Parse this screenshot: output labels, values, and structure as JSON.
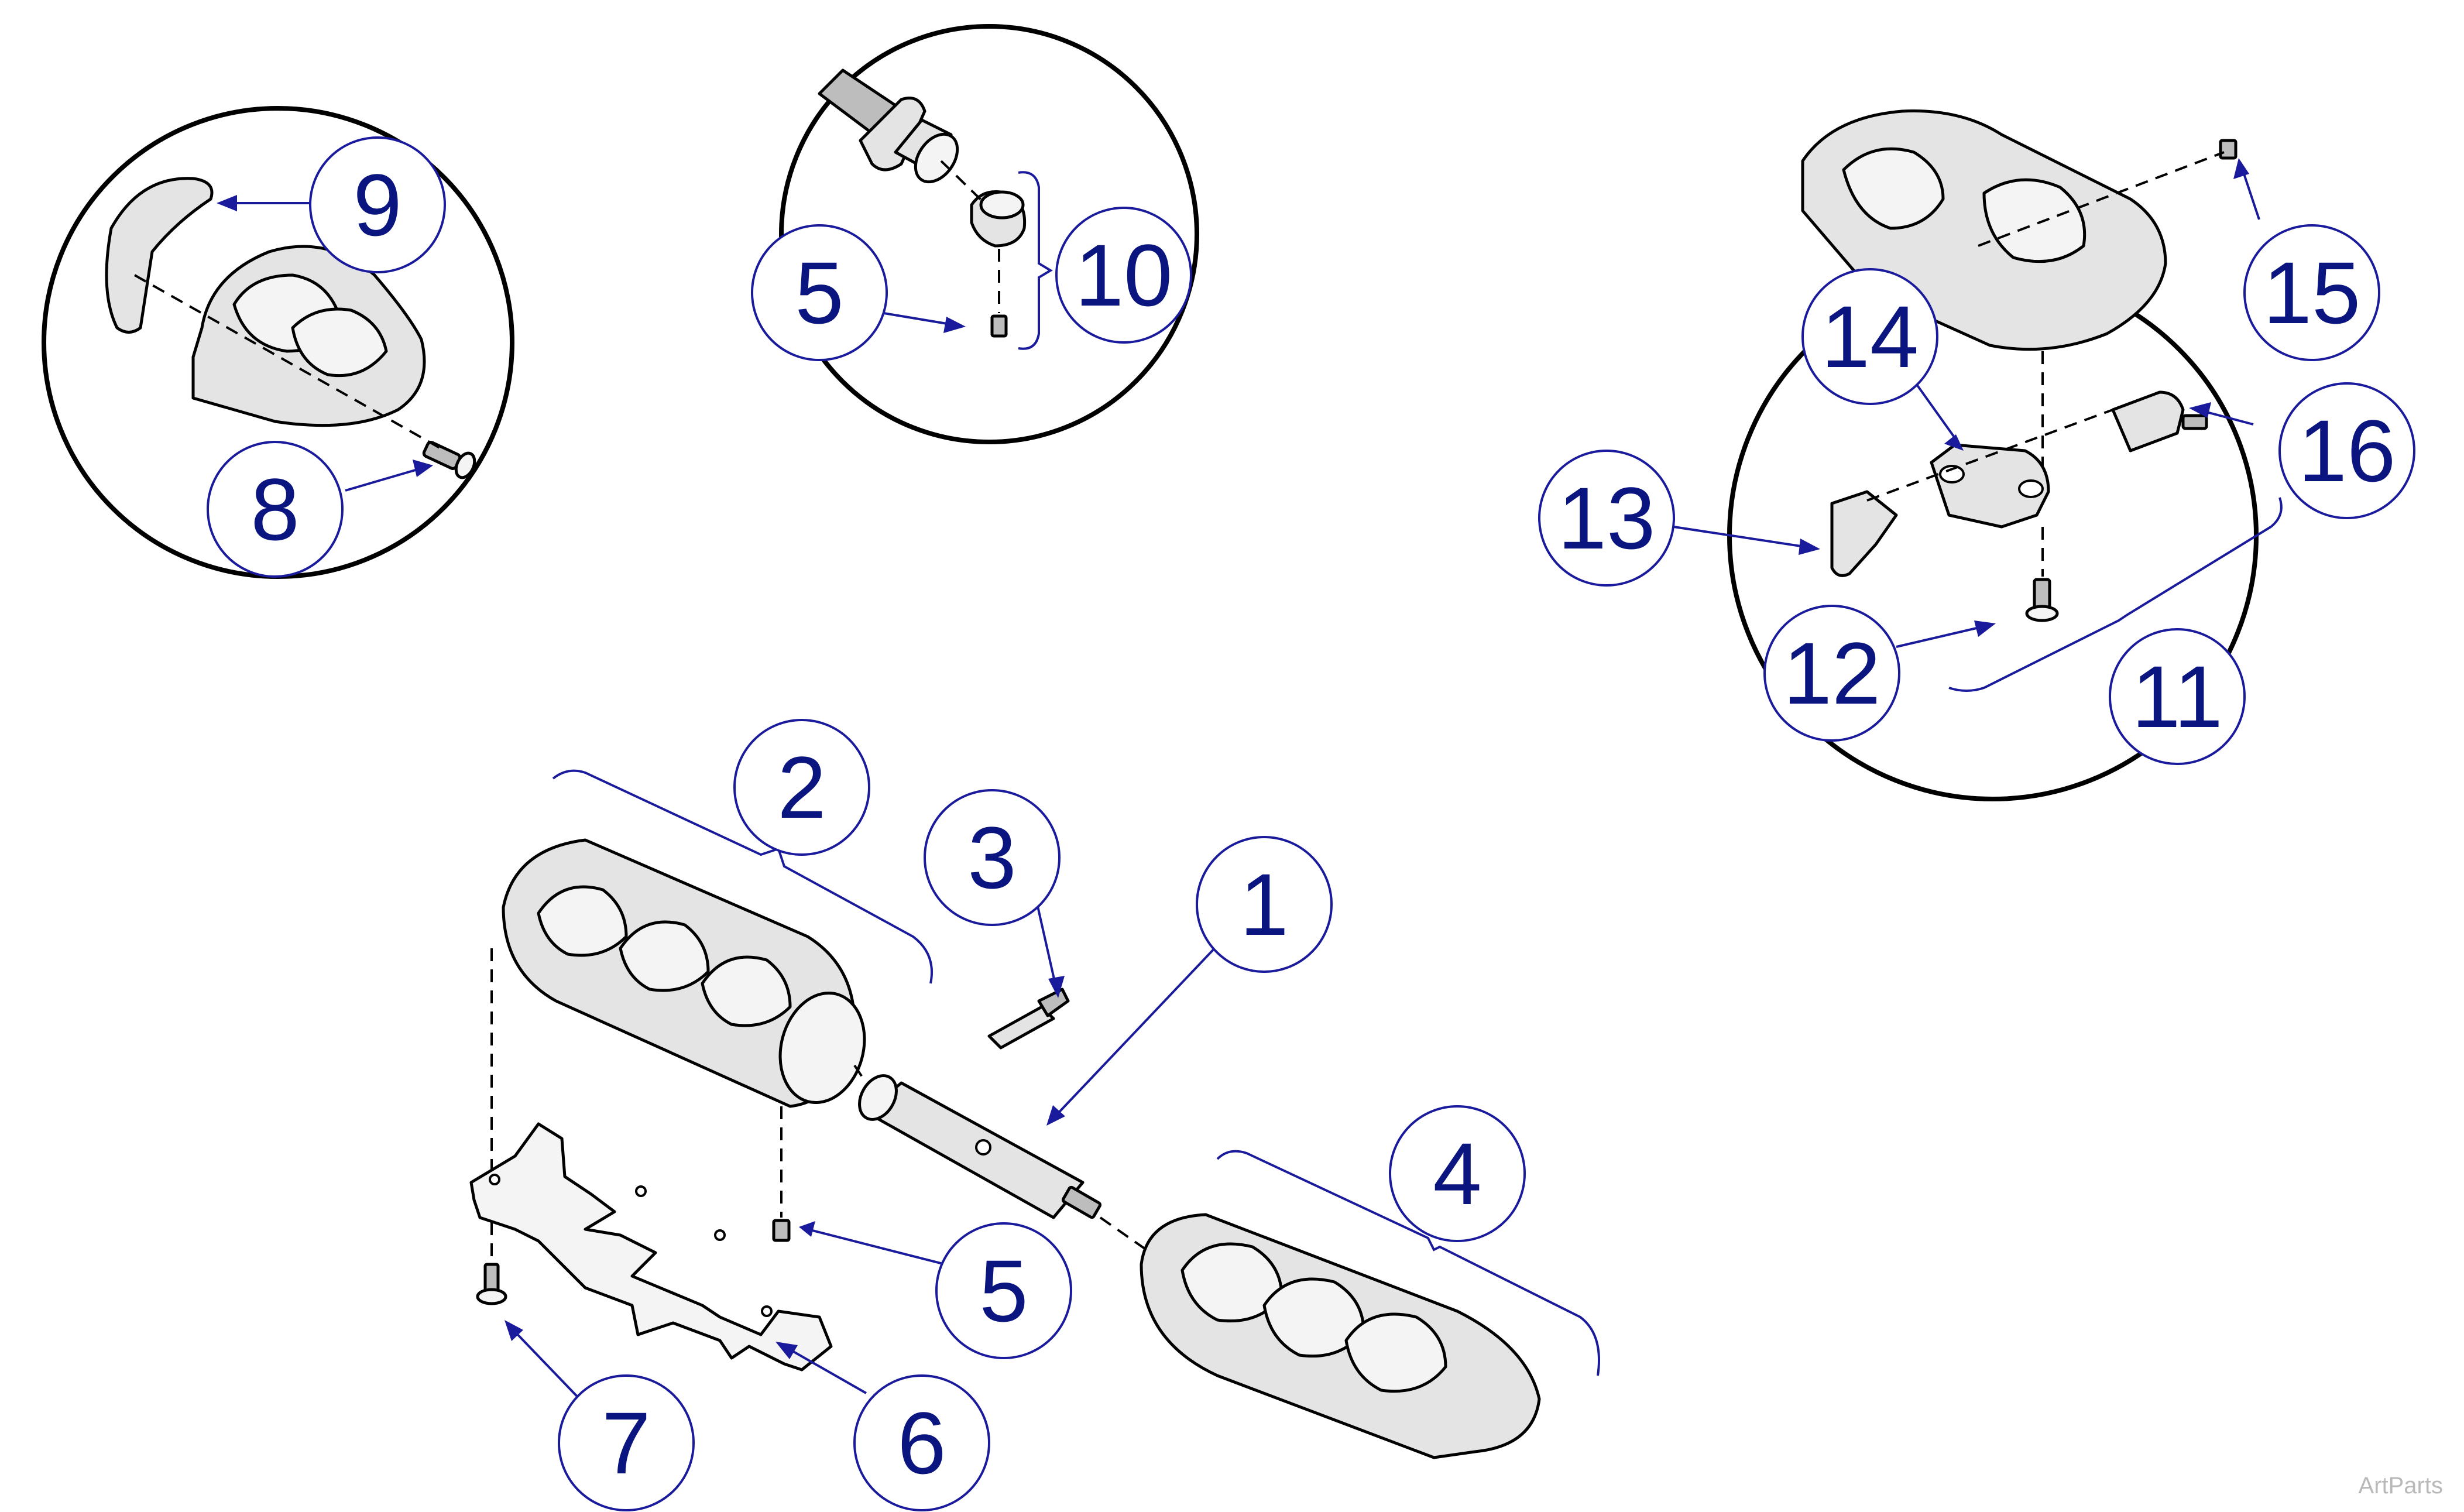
{
  "callouts": {
    "c1": "1",
    "c2": "2",
    "c3": "3",
    "c4": "4",
    "c5_detail": "5",
    "c5_main": "5",
    "c6": "6",
    "c7": "7",
    "c8": "8",
    "c9": "9",
    "c10": "10",
    "c11": "11",
    "c12": "12",
    "c13": "13",
    "c14": "14",
    "c15": "15",
    "c16": "16"
  },
  "watermark": "ArtParts",
  "colors": {
    "callout_stroke": "#1a1a9c",
    "callout_text": "#0b1580",
    "part_fill": "#e4e4e4",
    "outline": "#000000"
  }
}
